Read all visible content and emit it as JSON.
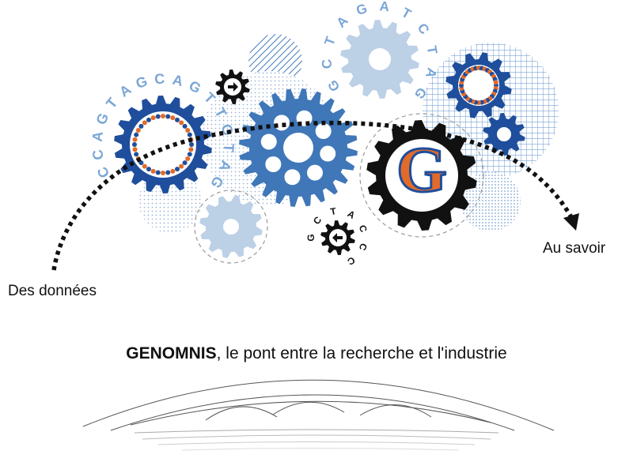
{
  "labels": {
    "left": "Des données",
    "right": "Au savoir"
  },
  "tagline": {
    "brand": "GENOMNIS",
    "rest": ", le pont entre la recherche et l'industrie"
  },
  "letters": {
    "ring_left": "CCAGTAGCAGTTGTAG",
    "ring_top": "GCTAGATCTAG",
    "ring_small": "GCTACCC",
    "big_gear_letter": "G"
  },
  "colors": {
    "dark_blue": "#1f4e9c",
    "mid_blue": "#3f77b8",
    "light_blue": "#bcd0e6",
    "pale_gray": "#d6dee8",
    "black": "#111111",
    "dna_orange": "#e36b2a"
  }
}
